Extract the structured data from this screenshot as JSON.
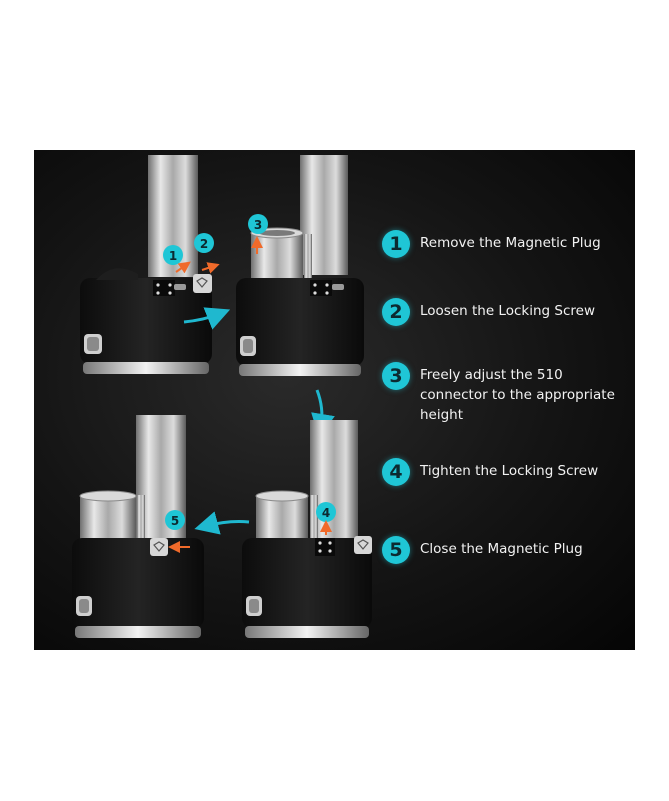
{
  "steps": [
    {
      "number": "1",
      "label": "Remove the Magnetic Plug"
    },
    {
      "number": "2",
      "label": "Loosen the Locking Screw"
    },
    {
      "number": "3",
      "label": "Freely adjust the 510 connector to the appropriate height"
    },
    {
      "number": "4",
      "label": "Tighten the Locking Screw"
    },
    {
      "number": "5",
      "label": "Close the Magnetic Plug"
    }
  ],
  "colors": {
    "badge": "#1fc6d6",
    "arrow": "#1fb8cf",
    "pointer": "#f06a2a",
    "panel": "#141414",
    "device_body": "#1b1b1b",
    "steel": "#c9c9c9"
  },
  "icons": [
    "flow-arrow-icon",
    "pointer-arrow-icon",
    "diamond-logo-icon",
    "usb-port-icon",
    "fire-button-icon"
  ]
}
